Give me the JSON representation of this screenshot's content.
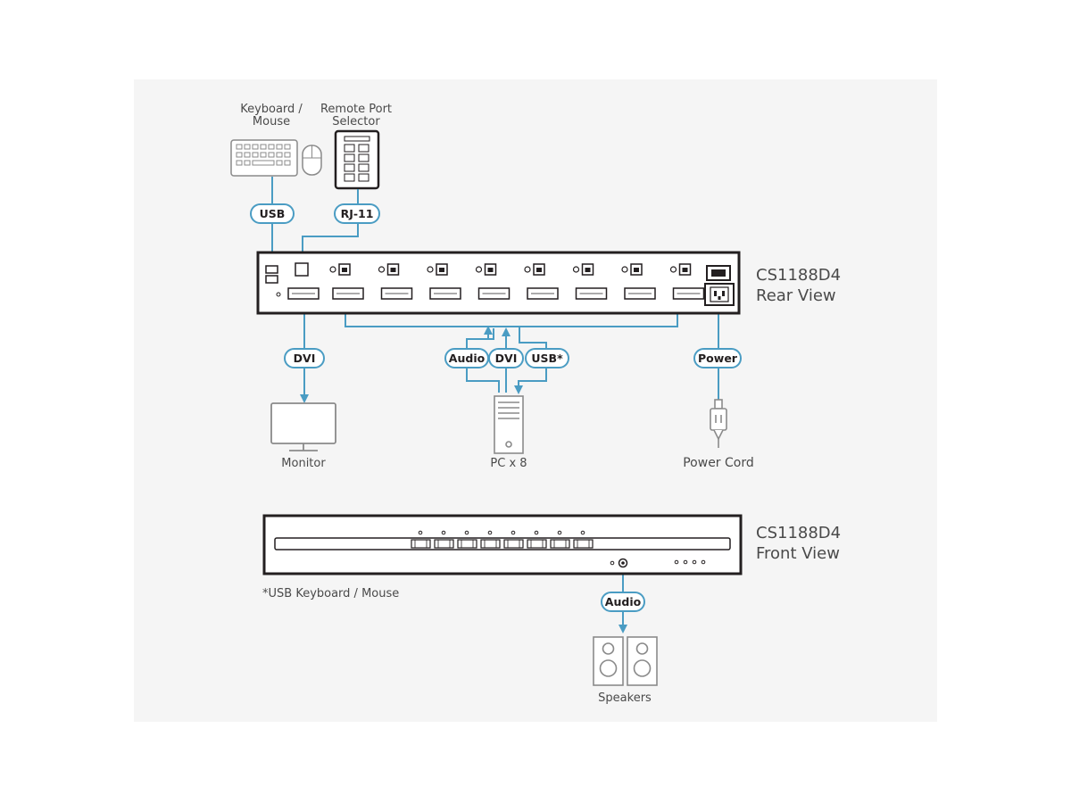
{
  "labels": {
    "keyboard_mouse": [
      "Keyboard /",
      "Mouse"
    ],
    "remote_selector": [
      "Remote Port",
      "Selector"
    ],
    "monitor": "Monitor",
    "pc": "PC x 8",
    "power_cord": "Power Cord",
    "speakers": "Speakers",
    "footnote": "*USB Keyboard / Mouse"
  },
  "device": {
    "model": "CS1188D4",
    "rear_view": "Rear View",
    "front_view": "Front View"
  },
  "cables": {
    "usb": "USB",
    "rj11": "RJ-11",
    "dvi_console": "DVI",
    "audio_pc": "Audio",
    "dvi_pc": "DVI",
    "usb_pc": "USB*",
    "power": "Power",
    "audio_front": "Audio"
  },
  "colors": {
    "background": "#f5f5f5",
    "cable": "#4a9cc3",
    "device_outline": "#231f20",
    "text": "#4a4a4a"
  }
}
